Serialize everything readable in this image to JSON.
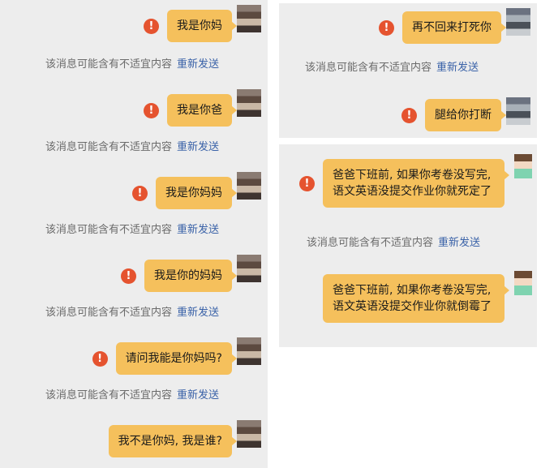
{
  "notice": {
    "text": "该消息可能含有不适宜内容",
    "resend": "重新发送"
  },
  "left": {
    "messages": [
      {
        "text": "我是你妈"
      },
      {
        "text": "我是你爸"
      },
      {
        "text": "我是你妈妈"
      },
      {
        "text": "我是你的妈妈"
      },
      {
        "text": "请问我能是你妈吗?"
      },
      {
        "text": "我不是你妈, 我是谁?"
      }
    ]
  },
  "right_top": {
    "messages": [
      {
        "text": "再不回来打死你"
      },
      {
        "text": "腿给你打断"
      }
    ]
  },
  "right_bottom": {
    "messages": [
      {
        "text": "爸爸下班前, 如果你考卷没写完, 语文英语没提交作业你就死定了"
      },
      {
        "text": "爸爸下班前, 如果你考卷没写完, 语文英语没提交作业你就倒霉了"
      }
    ]
  },
  "icons": {
    "warning": "warning-icon",
    "avatar": "avatar"
  },
  "colors": {
    "bubble": "#f5c05c",
    "warning": "#e5532f",
    "link": "#3a62a8",
    "panel": "#ededed"
  }
}
